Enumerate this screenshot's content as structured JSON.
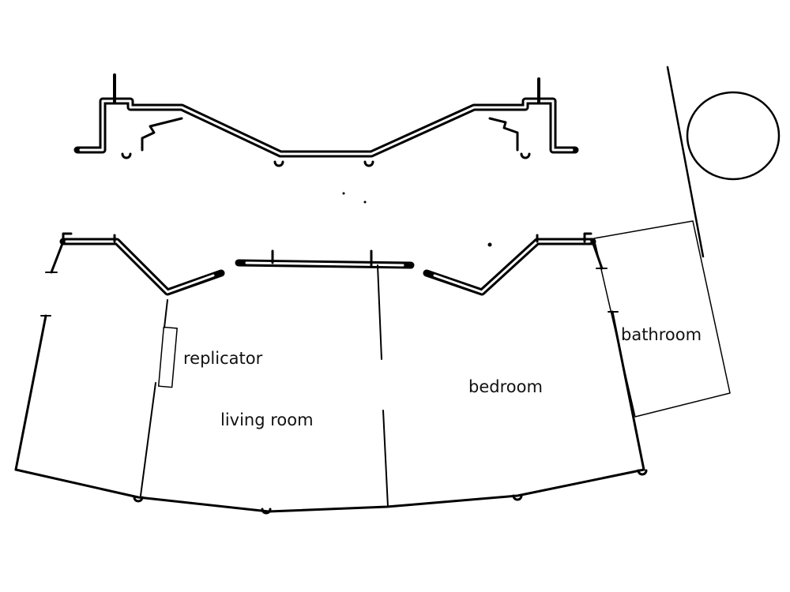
{
  "rooms": {
    "replicator": "replicator",
    "living_room": "living room",
    "bedroom": "bedroom",
    "bathroom": "bathroom"
  },
  "colors": {
    "line": "#000000",
    "background": "#ffffff"
  }
}
